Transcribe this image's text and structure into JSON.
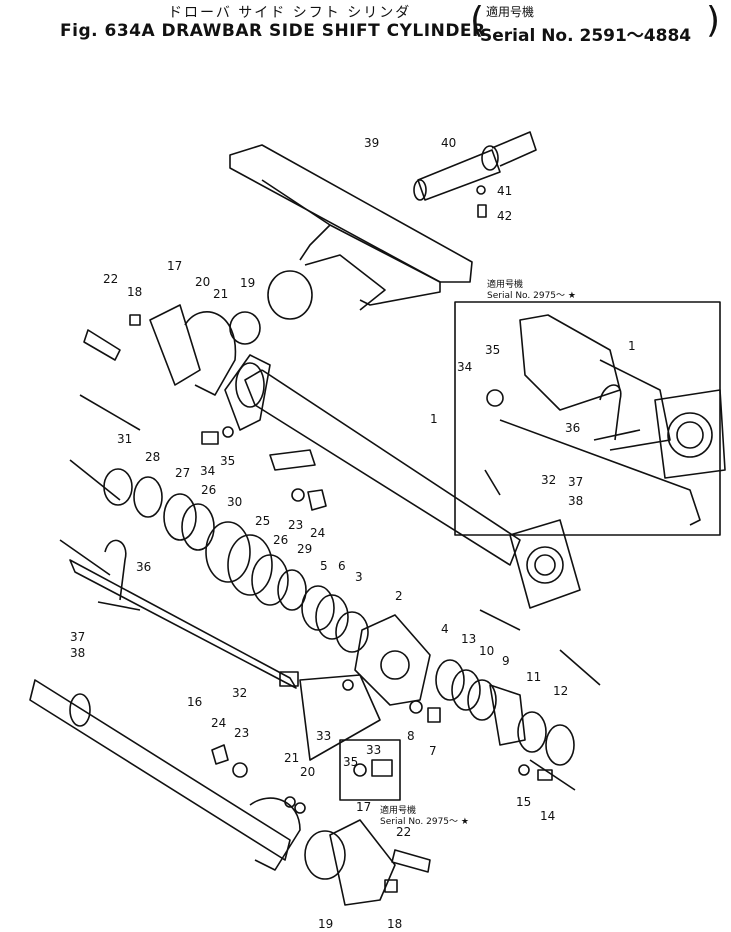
{
  "header": {
    "title_jp": "ドローバ サイド シフト シリンダ",
    "title_en": "Fig. 634A DRAWBAR SIDE SHIFT CYLINDER",
    "applicable_jp": "適用号機",
    "serial_range": "Serial No. 2591～4884"
  },
  "inset_notes": [
    {
      "jp": "適用号機",
      "serial": "Serial No. 2975～ ★"
    },
    {
      "jp": "適用号機",
      "serial": "Serial No. 2975～ ★"
    }
  ],
  "callouts": [
    "39",
    "40",
    "41",
    "42",
    "17",
    "22",
    "18",
    "20",
    "21",
    "19",
    "1",
    "34",
    "35",
    "36",
    "32",
    "37",
    "38",
    "31",
    "28",
    "27",
    "26",
    "30",
    "25",
    "29",
    "5",
    "6",
    "3",
    "2",
    "4",
    "13",
    "10",
    "9",
    "11",
    "12",
    "8",
    "7",
    "15",
    "14",
    "16",
    "24",
    "23",
    "33",
    "17",
    "18",
    "19",
    "20",
    "21",
    "22",
    "23",
    "24",
    "26",
    "34",
    "35",
    "36",
    "37",
    "38",
    "32",
    "1",
    "33",
    "35"
  ]
}
